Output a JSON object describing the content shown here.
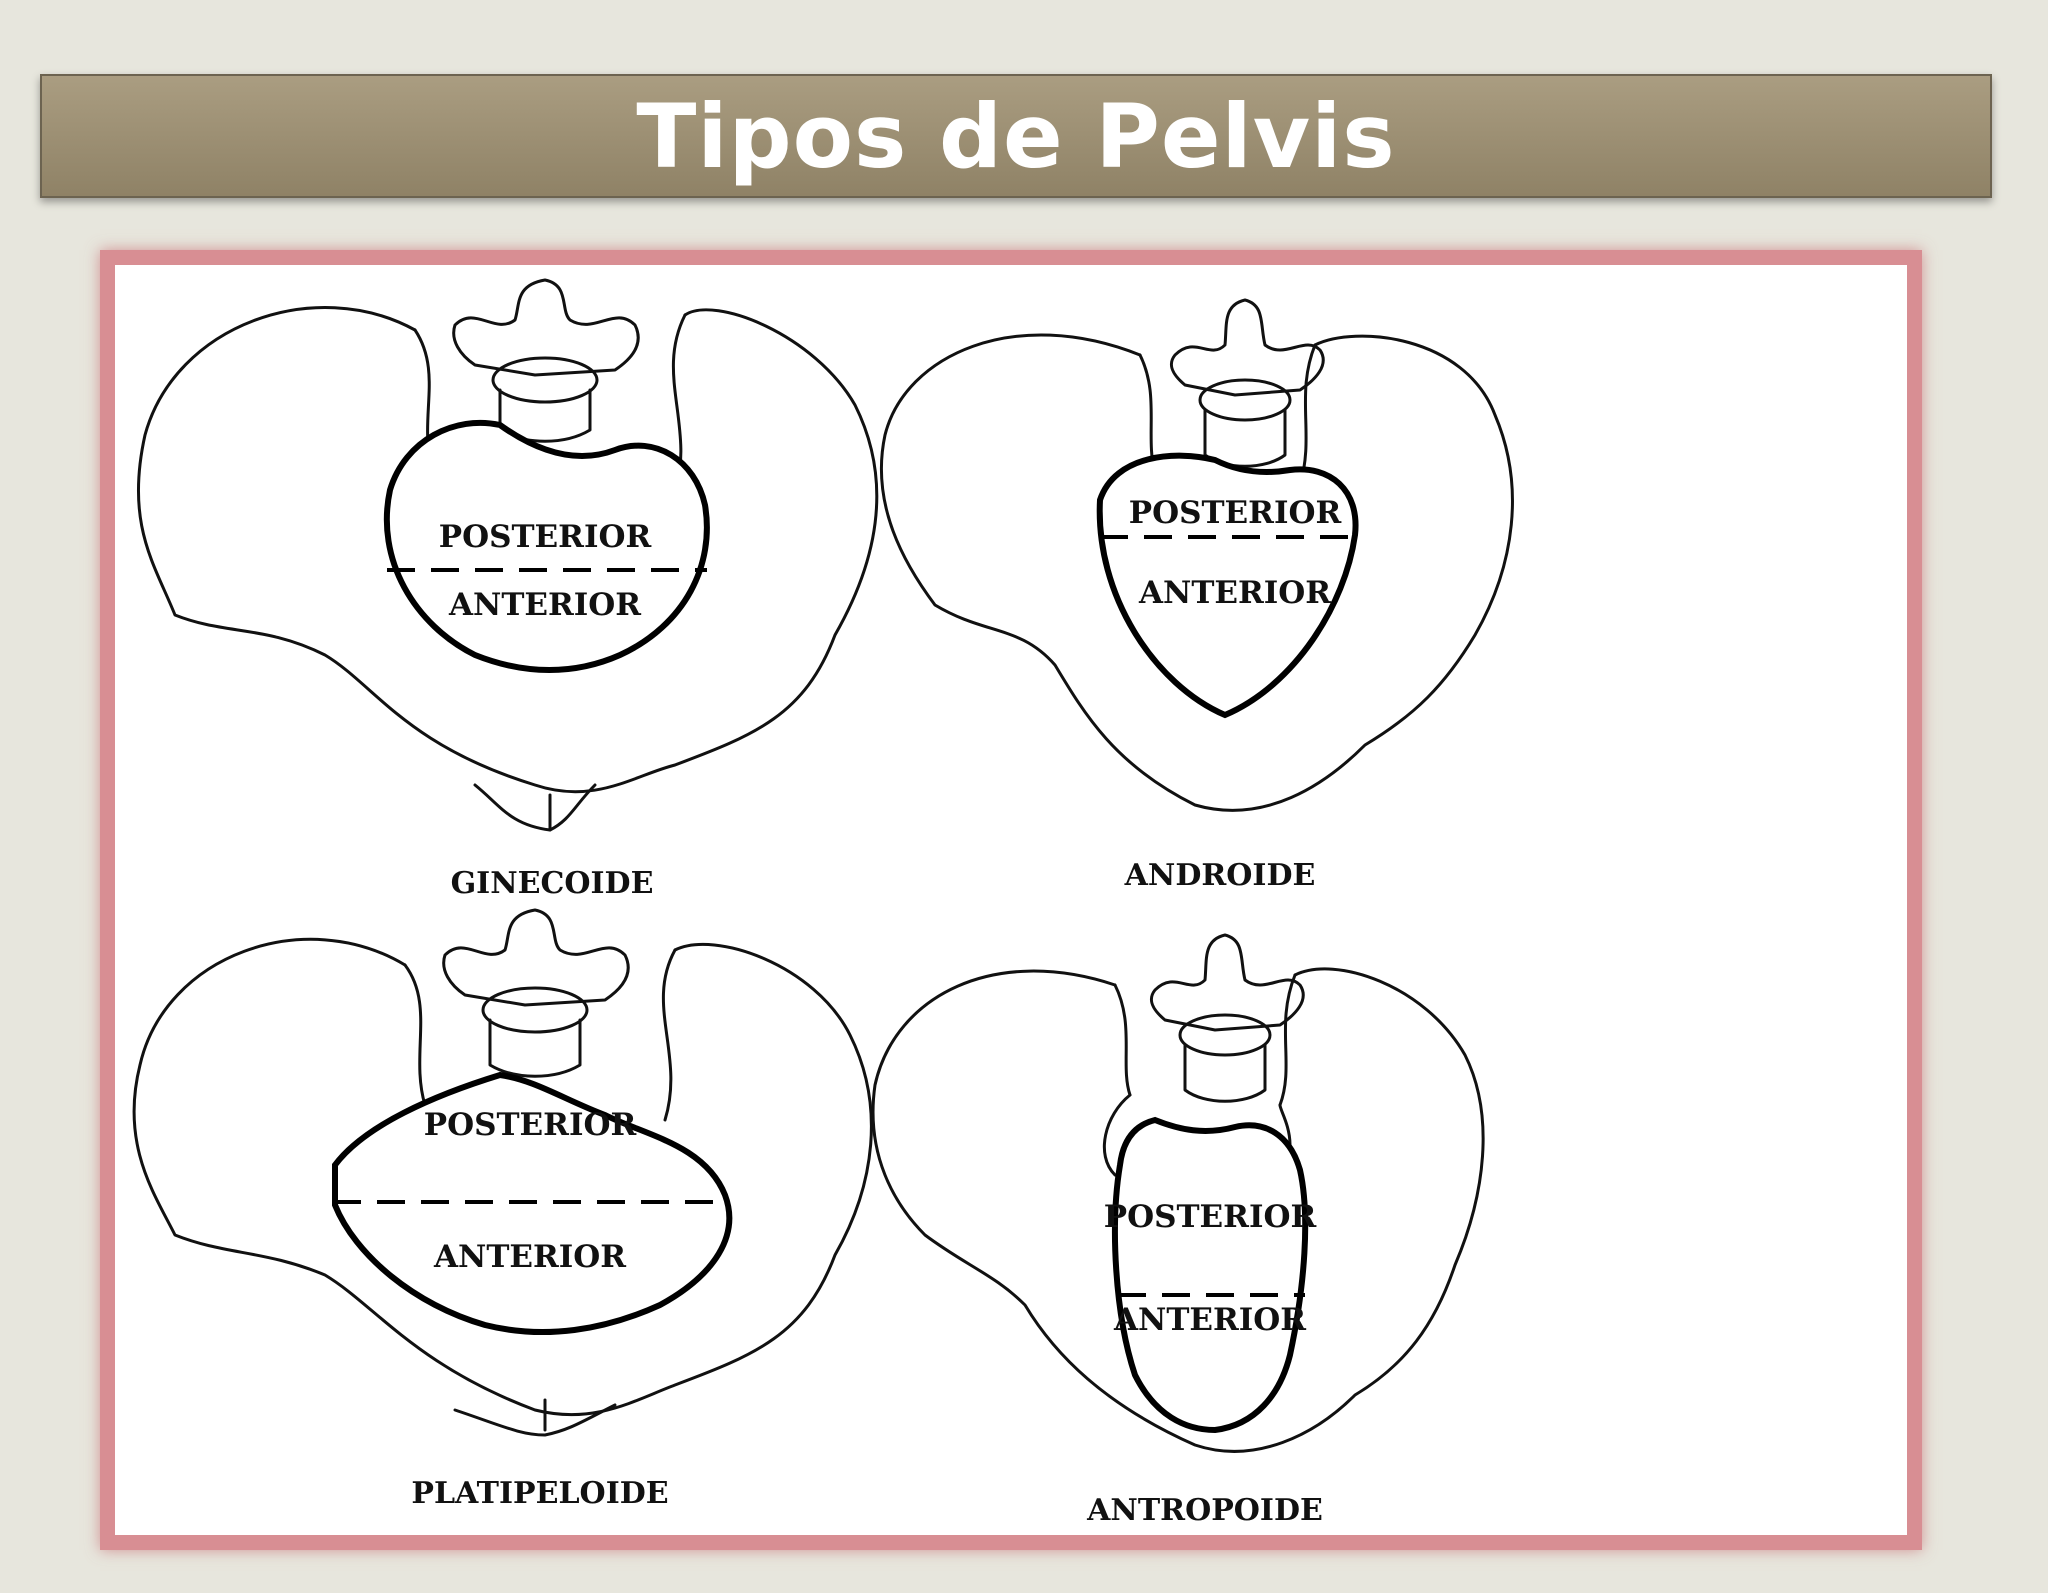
{
  "title": "Tipos de Pelvis",
  "diagrams": [
    {
      "name": "GINECOIDE",
      "posterior": "POSTERIOR",
      "anterior": "ANTERIOR"
    },
    {
      "name": "ANDROIDE",
      "posterior": "POSTERIOR",
      "anterior": "ANTERIOR"
    },
    {
      "name": "PLATIPELOIDE",
      "posterior": "POSTERIOR",
      "anterior": "ANTERIOR"
    },
    {
      "name": "ANTROPOIDE",
      "posterior": "POSTERIOR",
      "anterior": "ANTERIOR"
    }
  ]
}
